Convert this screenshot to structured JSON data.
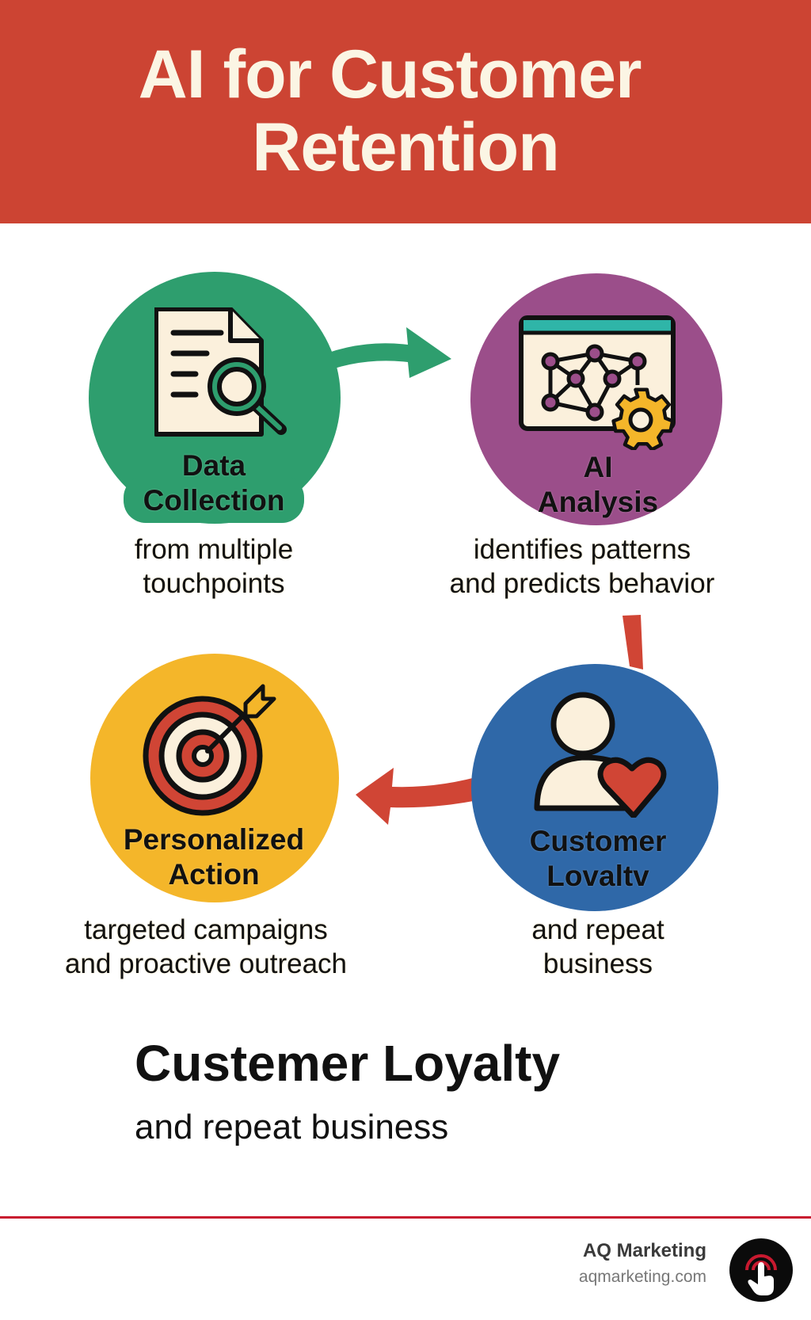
{
  "header": {
    "title_line1": "AI for Customer",
    "title_line2": "Retention",
    "background": "#cc4433"
  },
  "steps": [
    {
      "title_line1": "Data",
      "title_line2": "Collection",
      "desc_line1": "from multiple",
      "desc_line2": "touchpoints",
      "icon": "document-search-icon",
      "color": "#2e9e6e"
    },
    {
      "title_line1": "AI",
      "title_line2": "Analysis",
      "desc_line1": "identifies patterns",
      "desc_line2": "and predicts behavior",
      "icon": "network-gear-icon",
      "color": "#9b4e8a"
    },
    {
      "title_line1": "Customer",
      "title_line2": "Lovaltv",
      "desc_line1": "and repeat",
      "desc_line2": "business",
      "icon": "user-heart-icon",
      "color": "#2f68a8"
    },
    {
      "title_line1": "Personalized",
      "title_line2": "Action",
      "desc_line1": "targeted campaigns",
      "desc_line2": "and proactive outreach",
      "icon": "target-arrow-icon",
      "color": "#f4b62a"
    }
  ],
  "arrows": {
    "collection_to_analysis": {
      "icon": "arrow-right-icon",
      "color": "#2e9e6e"
    },
    "analysis_to_loyalty": {
      "icon": "arrow-down-icon",
      "color": "#d04535"
    },
    "loyalty_to_action": {
      "icon": "arrow-left-icon",
      "color": "#d04535"
    }
  },
  "summary": {
    "title": "Custemer Loyalty",
    "subtitle": "and repeat business"
  },
  "footer": {
    "brand_name": "AQ Marketing",
    "brand_url": "aqmarketing.com",
    "logo_icon": "pointer-click-icon",
    "divider_color": "#c8192f"
  }
}
